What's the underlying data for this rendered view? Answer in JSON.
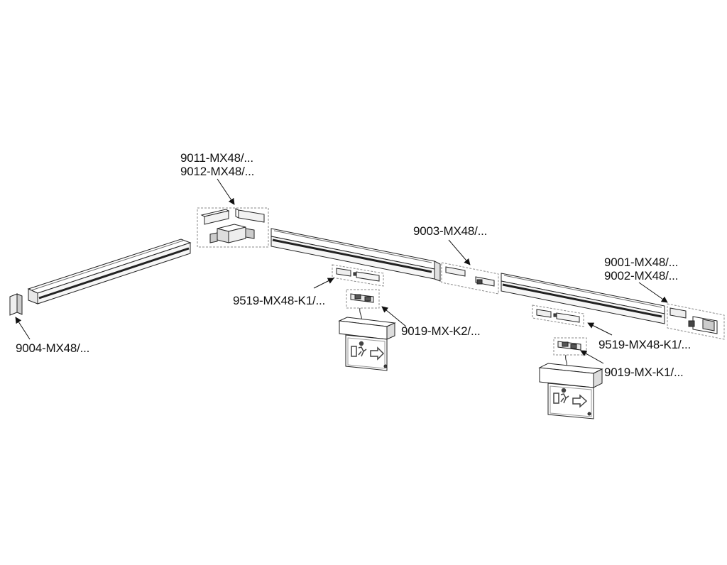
{
  "labels": {
    "corner_connector_1": "9011-MX48/...",
    "corner_connector_2": "9012-MX48/...",
    "straight_connector": "9003-MX48/...",
    "feed_connector_1": "9001-MX48/...",
    "feed_connector_2": "9002-MX48/...",
    "end_cap": "9004-MX48/...",
    "adapter_left": "9519-MX48-K1/...",
    "emergency_adapter_left": "9019-MX-K2/...",
    "adapter_right": "9519-MX48-K1/...",
    "emergency_adapter_right": "9019-MX-K1/..."
  },
  "colors": {
    "line": "#222222",
    "dashed": "#888888",
    "shade": "#cfcfcf",
    "exit_green_symbol": "#444444"
  }
}
